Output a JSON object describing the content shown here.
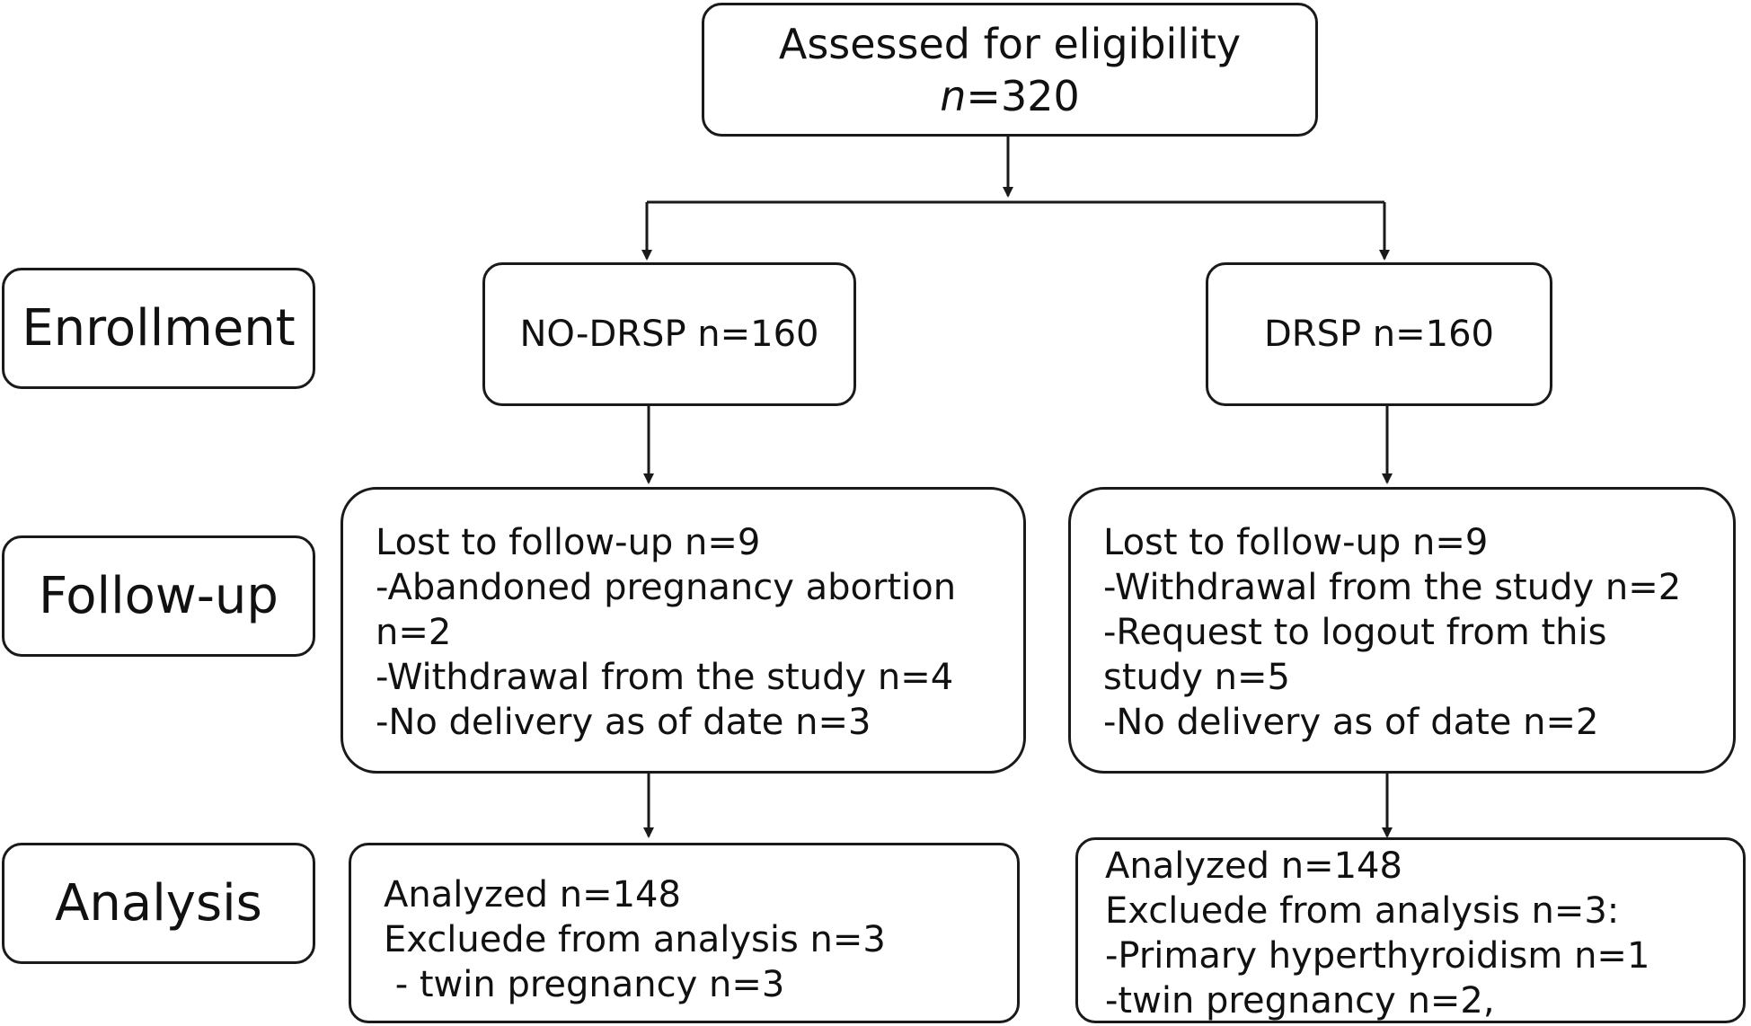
{
  "top": {
    "title": "Assessed for eligibility",
    "n_symbol": "n",
    "n_value": "=320"
  },
  "stages": {
    "enrollment": "Enrollment",
    "followup": "Follow-up",
    "analysis": "Analysis"
  },
  "arms": {
    "left": "NO-DRSP n=160",
    "right": "DRSP n=160"
  },
  "followup": {
    "left": [
      "Lost to follow-up n=9",
      "-Abandoned pregnancy abortion",
      "n=2",
      "-Withdrawal from the study n=4",
      "-No delivery as of date n=3"
    ],
    "right": [
      "Lost to follow-up n=9",
      "-Withdrawal from the study n=2",
      "-Request to logout from this",
      "study n=5",
      "-No delivery as of date n=2"
    ]
  },
  "analysis": {
    "left": [
      "Analyzed n=148",
      "Excluede from analysis n=3",
      " - twin pregnancy n=3"
    ],
    "right": [
      "Analyzed n=148",
      "Excluede from analysis n=3:",
      "-Primary hyperthyroidism n=1",
      "-twin pregnancy n=2,"
    ]
  }
}
